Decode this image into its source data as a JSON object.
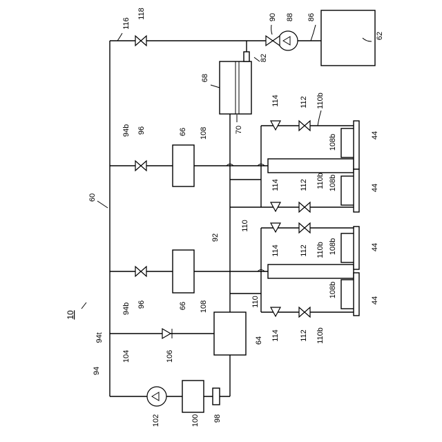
{
  "labels": {
    "system": "10",
    "circuit": "60",
    "reservoir": "62",
    "junction_block": "64",
    "heater_upper": "66",
    "heater_lower": "66",
    "cold_plate": "68",
    "plate_port": "70",
    "plate_outlet": "82",
    "check_valve_top": "90",
    "pump_top": "88",
    "line_86": "86",
    "line_92": "92",
    "line_94": "94",
    "line_94t": "94t",
    "line_94b_upper": "94b",
    "line_94b_lower": "94b",
    "valve_96_upper": "96",
    "valve_96_lower": "96",
    "filter_98": "98",
    "box_100": "100",
    "pump_102": "102",
    "line_104": "104",
    "check_106": "106",
    "line_108_upper": "108",
    "line_108_lower": "108",
    "line_110_upper": "110",
    "line_110_lower": "110",
    "line_110b_1": "110b",
    "line_110b_2": "110b",
    "line_110b_3": "110b",
    "line_110b_4": "110b",
    "line_108b_1": "108b",
    "line_108b_2": "108b",
    "line_108b_3": "108b",
    "line_108b_4": "108b",
    "valve_112_1": "112",
    "valve_112_2": "112",
    "valve_112_3": "112",
    "valve_112_4": "112",
    "check_114_1": "114",
    "check_114_2": "114",
    "check_114_3": "114",
    "check_114_4": "114",
    "line_116": "116",
    "valve_118": "118",
    "module_44_1": "44",
    "module_44_2": "44",
    "module_44_3": "44",
    "module_44_4": "44"
  }
}
